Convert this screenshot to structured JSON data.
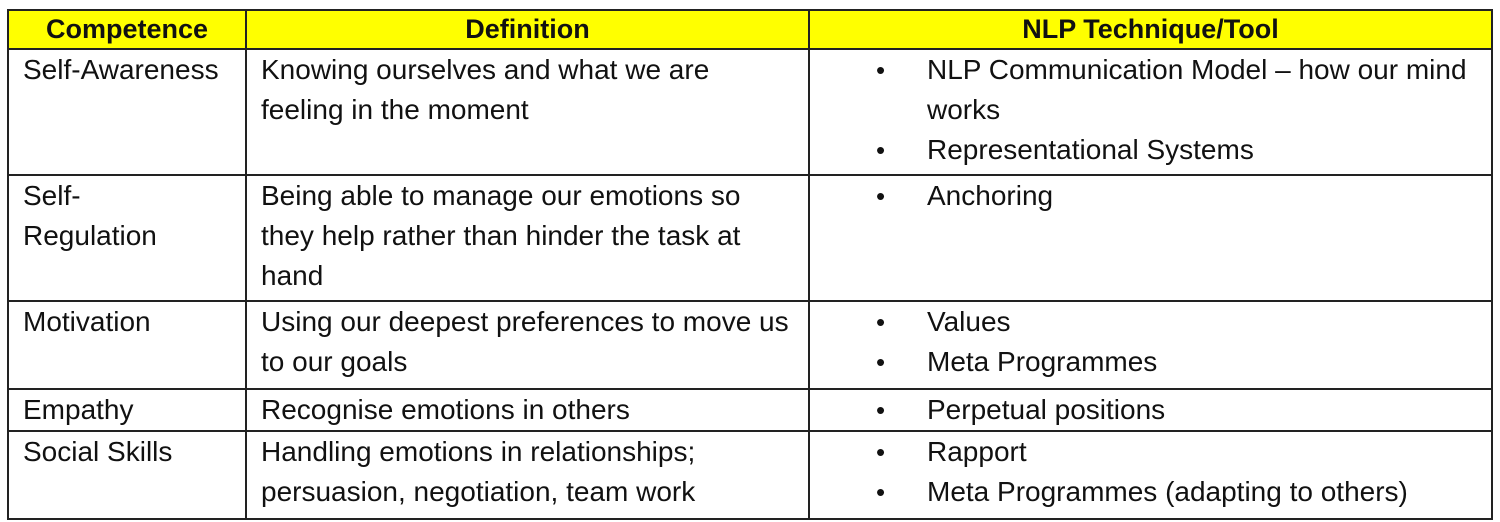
{
  "header": {
    "col1": "Competence",
    "col2": "Definition",
    "col3": "NLP Technique/Tool",
    "background": "#ffff00"
  },
  "rows": [
    {
      "competence": "Self-Awareness",
      "definition": "Knowing ourselves and what we are feeling in the moment",
      "tools": [
        "NLP Communication Model – how our mind works",
        "Representational Systems"
      ]
    },
    {
      "competence": "Self-Regulation",
      "definition": "Being able to manage our emotions so they help rather than hinder the task at hand",
      "tools": [
        "Anchoring"
      ]
    },
    {
      "competence": "Motivation",
      "definition": "Using our deepest preferences to move us to our goals",
      "tools": [
        "Values",
        "Meta Programmes"
      ]
    },
    {
      "competence": "Empathy",
      "definition": "Recognise emotions in others",
      "tools": [
        "Perpetual positions"
      ]
    },
    {
      "competence": "Social Skills",
      "definition": "Handling emotions in relationships; persuasion, negotiation, team work",
      "tools": [
        "Rapport",
        "Meta Programmes (adapting to others)"
      ]
    }
  ],
  "bullet_glyph": "•"
}
